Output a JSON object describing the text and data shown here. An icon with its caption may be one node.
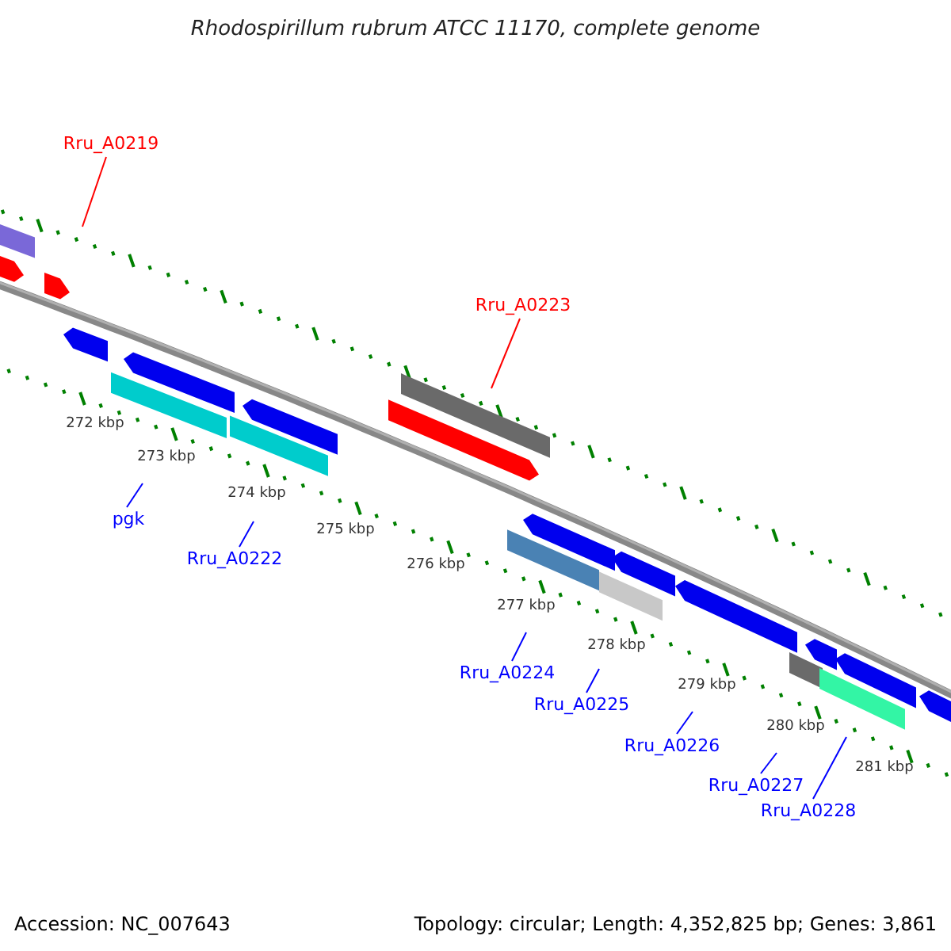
{
  "diagram": {
    "title": "Rhodospirillum rubrum ATCC 11170, complete genome",
    "nodes": [
      {
        "text": [
          "Rru_A0219"
        ]
      },
      {
        "text": [
          "Rru_A0223"
        ]
      },
      {
        "text": [
          "pgk"
        ]
      },
      {
        "text": [
          "Rru_A0222"
        ]
      },
      {
        "text": [
          "Rru_A0224"
        ]
      },
      {
        "text": [
          "Rru_A0225"
        ]
      },
      {
        "text": [
          "Rru_A0226"
        ]
      },
      {
        "text": [
          "Rru_A0227"
        ]
      },
      {
        "text": [
          "Rru_A0228"
        ]
      }
    ],
    "edges": [
      {
        "from": 0,
        "to": null,
        "arrow": "none",
        "color": "#ff0000"
      },
      {
        "from": 1,
        "to": null,
        "arrow": "none",
        "color": "#ff0000"
      },
      {
        "from": 2,
        "to": null,
        "arrow": "none"
      },
      {
        "from": 3,
        "to": null,
        "arrow": "none"
      },
      {
        "from": 4,
        "to": null,
        "arrow": "none"
      },
      {
        "from": 5,
        "to": null,
        "arrow": "none"
      },
      {
        "from": 6,
        "to": null,
        "arrow": "none"
      },
      {
        "from": 7,
        "to": null,
        "arrow": "none"
      },
      {
        "from": 8,
        "to": null,
        "arrow": "none"
      }
    ],
    "labels": [
      "272 kbp",
      "273 kbp",
      "274 kbp",
      "275 kbp",
      "276 kbp",
      "277 kbp",
      "278 kbp",
      "279 kbp",
      "280 kbp",
      "281 kbp",
      "Accession: NC_007643",
      "Topology: circular; Length: 4,352,825 bp; Genes: 3,861"
    ]
  }
}
